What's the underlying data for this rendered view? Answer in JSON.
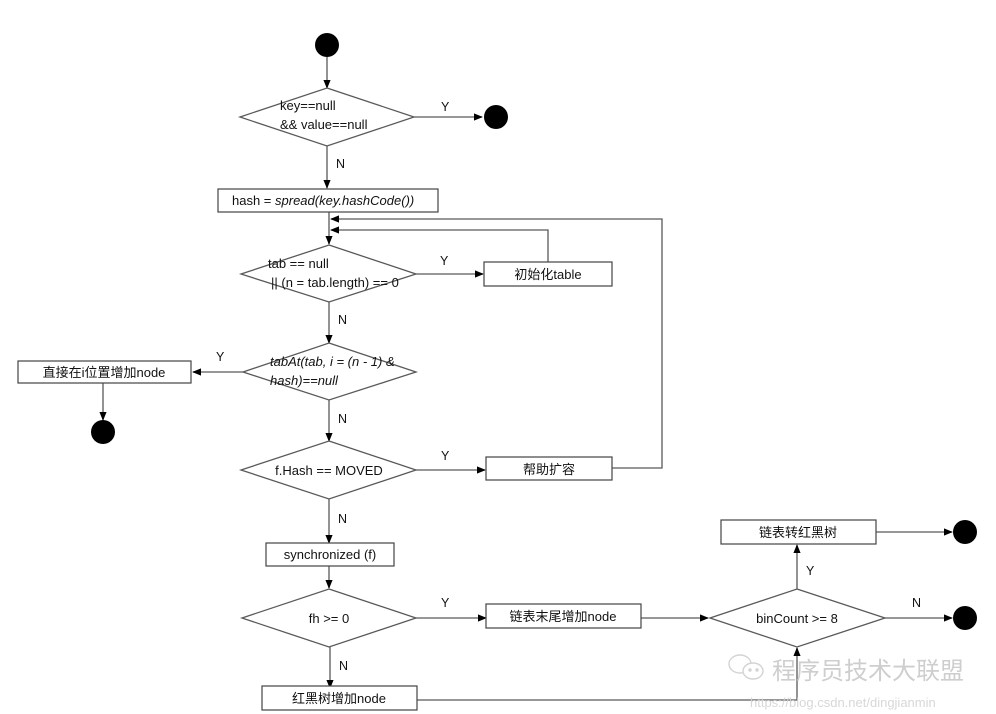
{
  "diagram": {
    "nodes": {
      "start": {
        "type": "terminal"
      },
      "cond_null": {
        "type": "decision",
        "lines": [
          "key==null",
          "&& value==null"
        ]
      },
      "end_null": {
        "type": "terminal"
      },
      "hash": {
        "type": "process",
        "prefix": "hash = ",
        "italic": "spread(key.hashCode())"
      },
      "cond_tab": {
        "type": "decision",
        "lines": [
          "tab == null",
          "|| (n = tab.length) == 0"
        ]
      },
      "init_table": {
        "type": "process",
        "label": "初始化table"
      },
      "cond_tabAt": {
        "type": "decision",
        "lines": [
          "tabAt(tab, i = (n - 1) &",
          "hash)==null"
        ],
        "italic": true
      },
      "add_at_i": {
        "type": "process",
        "label": "直接在i位置增加node"
      },
      "end_add_i": {
        "type": "terminal"
      },
      "cond_moved": {
        "type": "decision",
        "label": "f.Hash == MOVED"
      },
      "help_transfer": {
        "type": "process",
        "label": "帮助扩容"
      },
      "sync": {
        "type": "process",
        "label": "synchronized (f)"
      },
      "cond_fh": {
        "type": "decision",
        "label": "fh >= 0"
      },
      "list_append": {
        "type": "process",
        "label": "链表末尾增加node"
      },
      "tree_add": {
        "type": "process",
        "label": "红黑树增加node"
      },
      "cond_bincount": {
        "type": "decision",
        "label": "binCount >= 8"
      },
      "treeify": {
        "type": "process",
        "label": "链表转红黑树"
      },
      "end_treeify": {
        "type": "terminal"
      },
      "end_bincount": {
        "type": "terminal"
      }
    },
    "edges": [
      {
        "from": "start",
        "to": "cond_null",
        "label": ""
      },
      {
        "from": "cond_null",
        "to": "end_null",
        "label": "Y"
      },
      {
        "from": "cond_null",
        "to": "hash",
        "label": "N"
      },
      {
        "from": "hash",
        "to": "cond_tab",
        "label": ""
      },
      {
        "from": "cond_tab",
        "to": "init_table",
        "label": "Y"
      },
      {
        "from": "init_table",
        "to": "cond_tab",
        "label": ""
      },
      {
        "from": "cond_tab",
        "to": "cond_tabAt",
        "label": "N"
      },
      {
        "from": "cond_tabAt",
        "to": "add_at_i",
        "label": "Y"
      },
      {
        "from": "add_at_i",
        "to": "end_add_i",
        "label": ""
      },
      {
        "from": "cond_tabAt",
        "to": "cond_moved",
        "label": "N"
      },
      {
        "from": "cond_moved",
        "to": "help_transfer",
        "label": "Y"
      },
      {
        "from": "help_transfer",
        "to": "cond_tab",
        "label": ""
      },
      {
        "from": "cond_moved",
        "to": "sync",
        "label": "N"
      },
      {
        "from": "sync",
        "to": "cond_fh",
        "label": ""
      },
      {
        "from": "cond_fh",
        "to": "list_append",
        "label": "Y"
      },
      {
        "from": "cond_fh",
        "to": "tree_add",
        "label": "N"
      },
      {
        "from": "list_append",
        "to": "cond_bincount",
        "label": ""
      },
      {
        "from": "tree_add",
        "to": "cond_bincount",
        "label": ""
      },
      {
        "from": "cond_bincount",
        "to": "treeify",
        "label": "Y"
      },
      {
        "from": "cond_bincount",
        "to": "end_bincount",
        "label": "N"
      },
      {
        "from": "treeify",
        "to": "end_treeify",
        "label": ""
      }
    ],
    "branch_labels": {
      "yes": "Y",
      "no": "N"
    }
  },
  "watermark": {
    "account": "程序员技术大联盟",
    "url": "https://blog.csdn.net/dingjianmin"
  }
}
